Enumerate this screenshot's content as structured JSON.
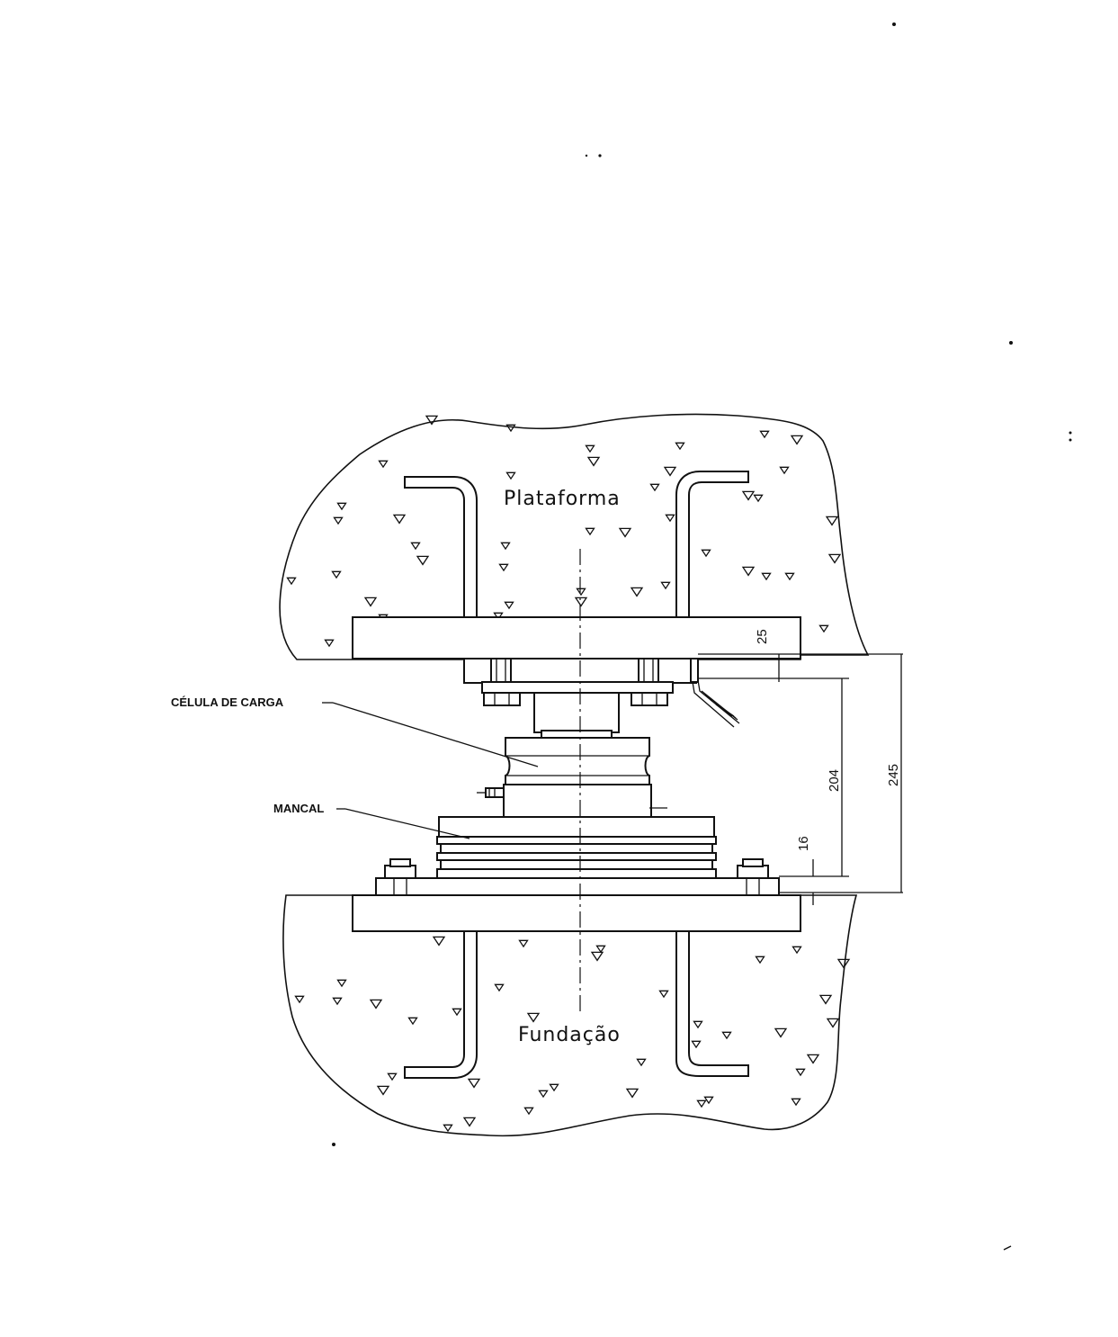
{
  "labels": {
    "top_block": "Plataforma",
    "bottom_block": "Fundação",
    "load_cell": "CÉLULA DE CARGA",
    "bearing": "MANCAL"
  },
  "dimensions": {
    "plate_thickness": "25",
    "cell_height": "204",
    "total_height": "245",
    "base_plate": "16"
  }
}
